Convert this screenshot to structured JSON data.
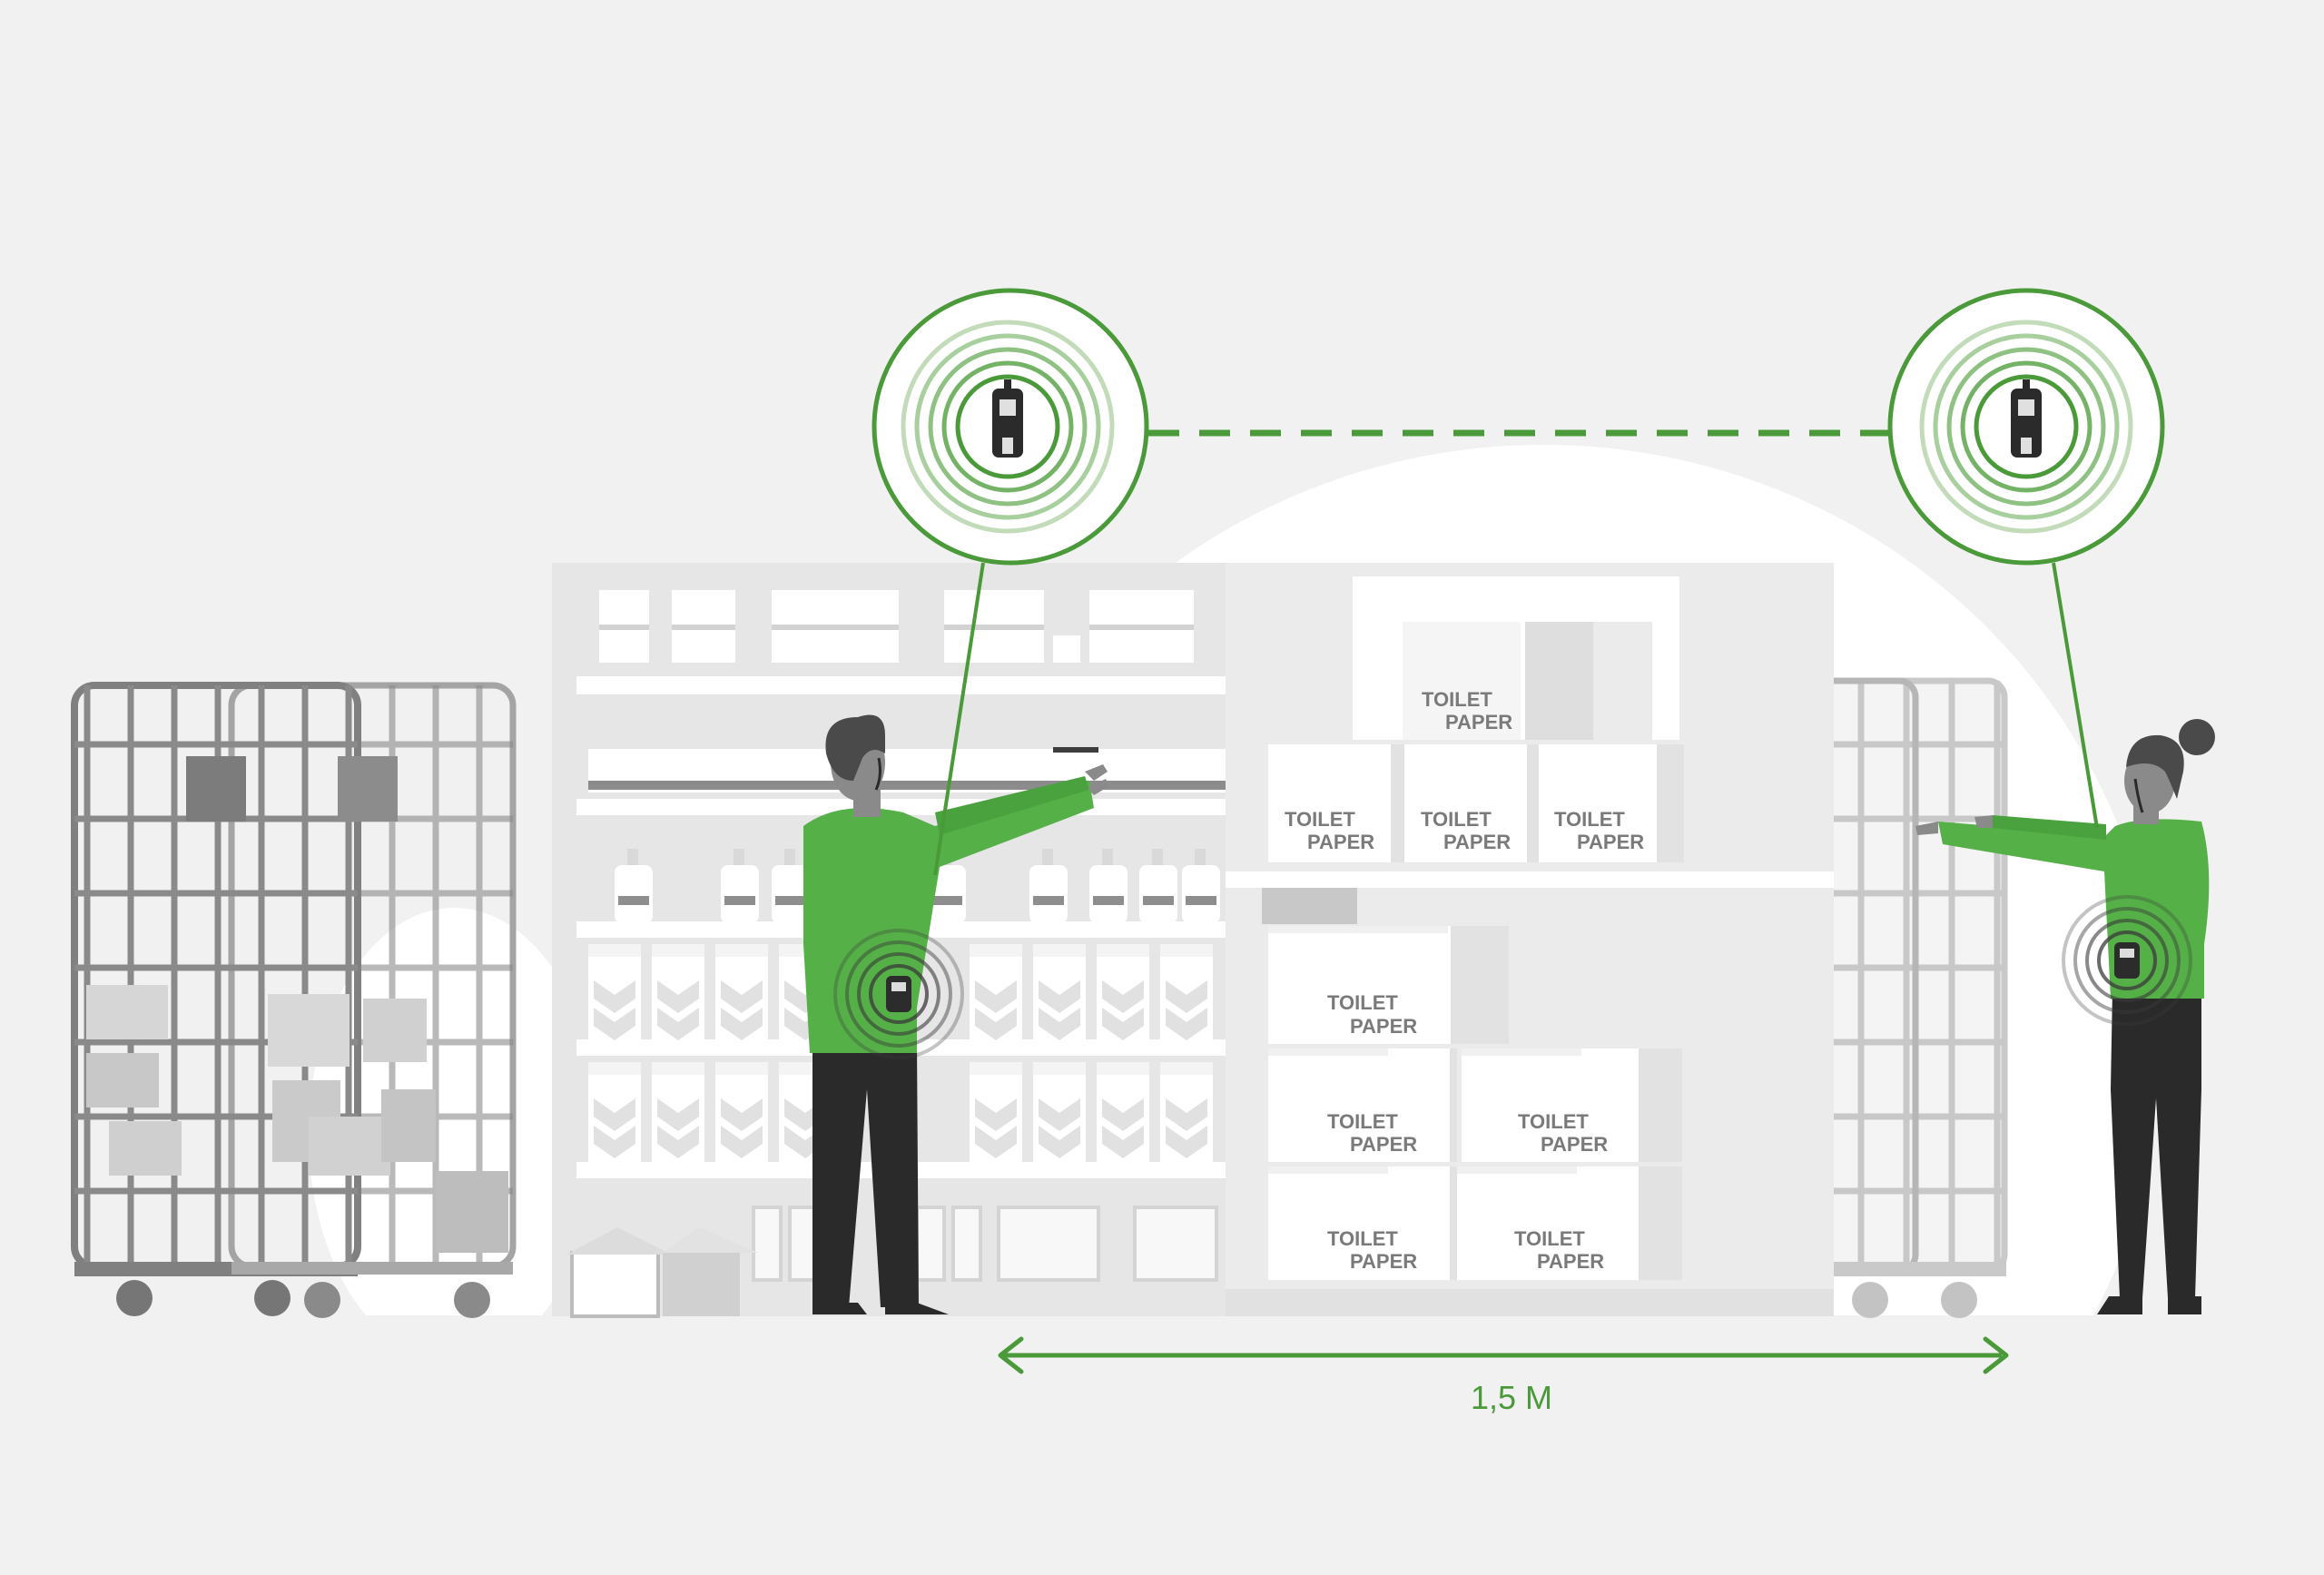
{
  "labels": {
    "product": [
      "TOILET",
      "PAPER"
    ],
    "distance": "1,5 M"
  },
  "colors": {
    "background": "#f1f1f1",
    "accent_green": "#4a9a3a",
    "shirt_green": "#55b047",
    "trousers": "#2a2a2a",
    "skin": "#8a8a8a",
    "hair": "#4a4a4a",
    "shelf": "#e6e6e6",
    "cage": "#808080"
  },
  "icons": {
    "device": "proximity-wearable-icon",
    "signal": "signal-waves-icon"
  }
}
